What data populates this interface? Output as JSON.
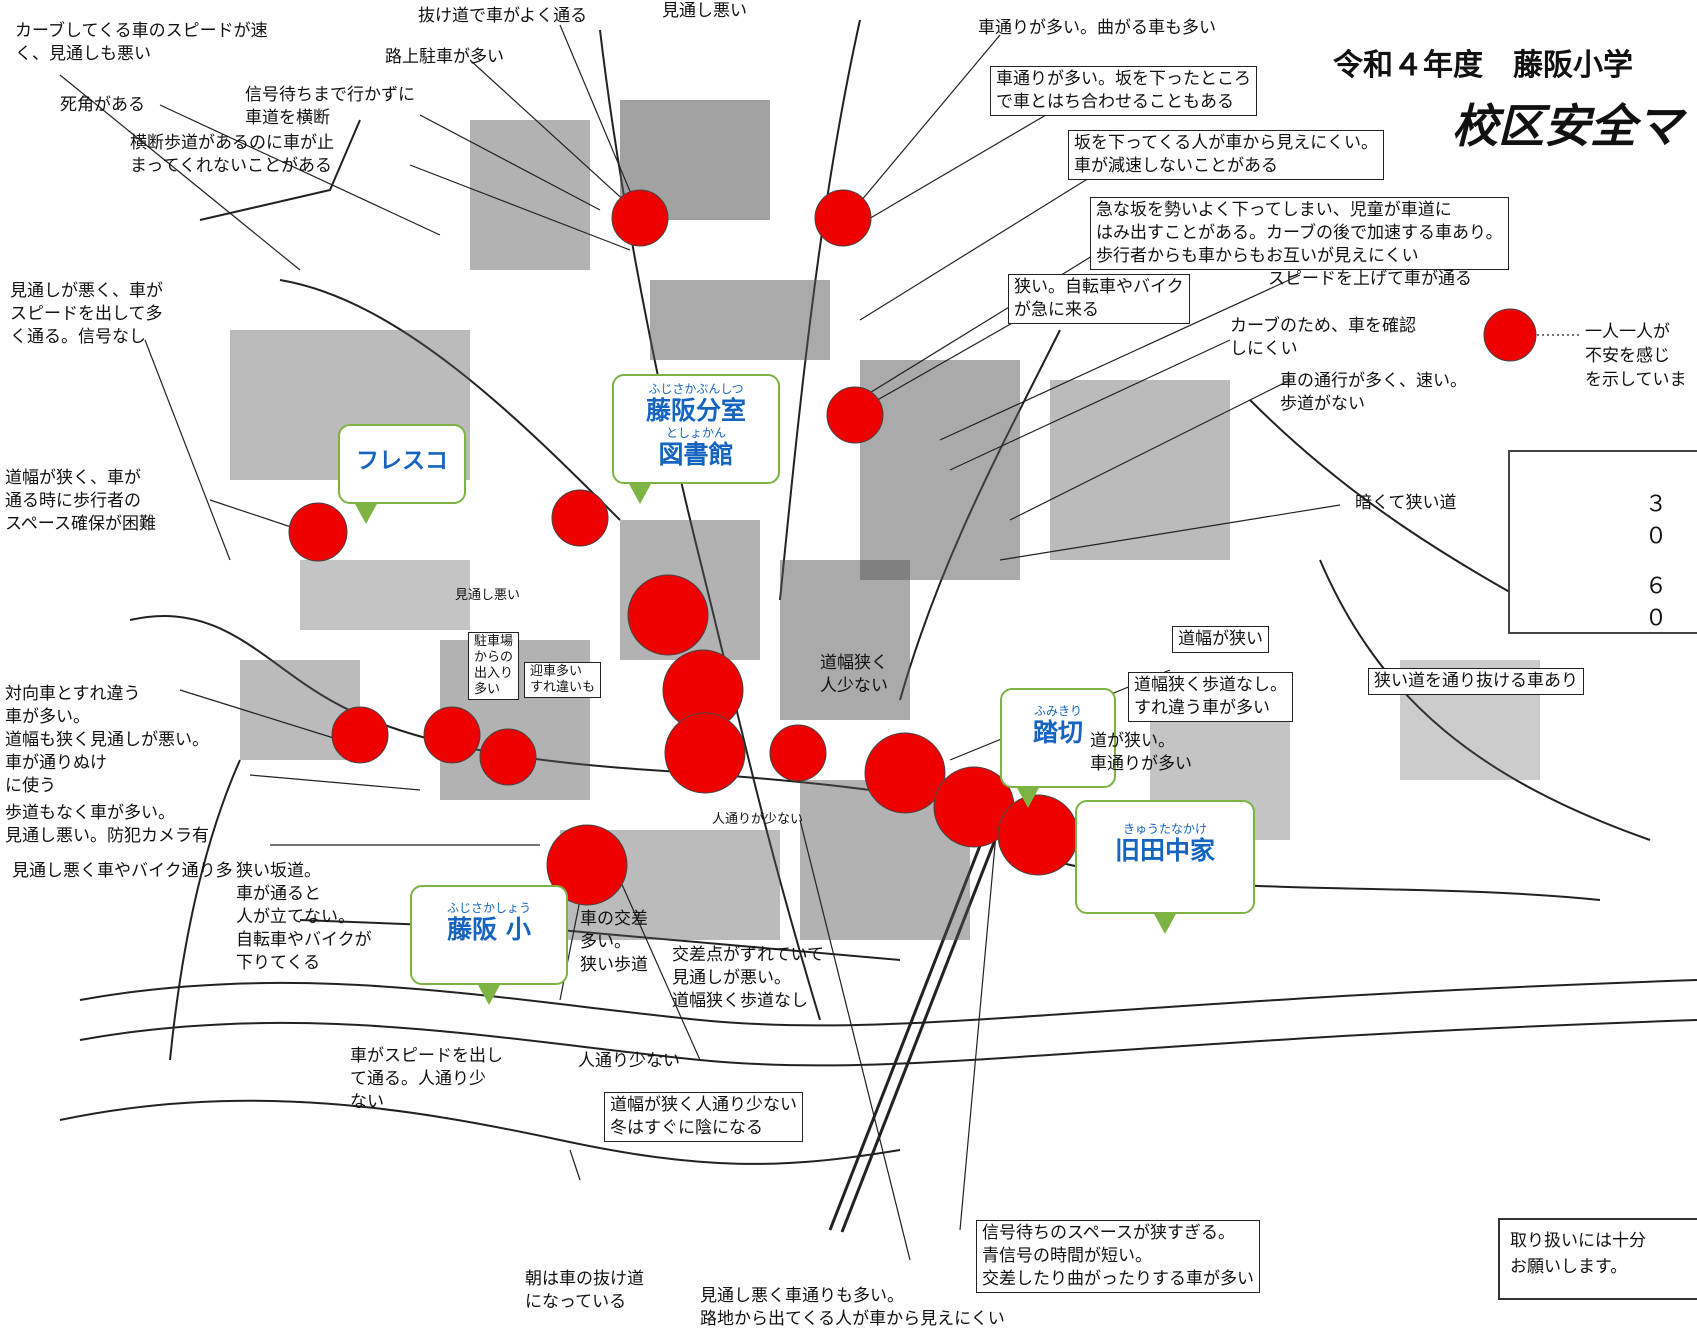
{
  "title": {
    "year_school": "令和４年度　藤阪小学",
    "subtitle": "校区安全マ"
  },
  "legend": {
    "description": "一人一人が\n不安を感じ\nを示していま",
    "small_label": "３０",
    "large_label": "６０"
  },
  "handling_note": "取り扱いには十分\nお願いします。",
  "landmarks": {
    "library_ruby_1": "ふじさかぶんしつ",
    "library_name_1": "藤阪分室",
    "library_ruby_2": "としょかん",
    "library_name_2": "図書館",
    "fresco": "フレスコ",
    "school_ruby": "ふじさかしょう",
    "school_name": "藤阪 小",
    "crossing_ruby": "ふみきり",
    "crossing_name": "踏切",
    "tanaka_ruby": "きゅうたなかけ",
    "tanaka_name": "旧田中家"
  },
  "notes": {
    "n01": "カーブしてくる車のスピードが速\nく、見通しも悪い",
    "n02": "死角がある",
    "n03": "抜け道で車がよく通る",
    "n04": "見通し悪い",
    "n05": "路上駐車が多い",
    "n06": "信号待ちまで行かずに\n車道を横断",
    "n07": "横断歩道があるのに車が止\nまってくれないことがある",
    "n08": "車通りが多い。曲がる車も多い",
    "n09": "車通りが多い。坂を下ったところ\nで車とはち合わせることもある",
    "n10": "坂を下ってくる人が車から見えにくい。\n車が減速しないことがある",
    "n11": "急な坂を勢いよく下ってしまい、児童が車道に\nはみ出すことがある。カーブの後で加速する車あり。\n歩行者からも車からもお互いが見えにくい",
    "n12": "狭い。自転車やバイク\nが急に来る",
    "n13": "スピードを上げて車が通る",
    "n14": "カーブのため、車を確認\nしにくい",
    "n15": "車の通行が多く、速い。\n歩道がない",
    "n16": "見通しが悪く、車が\nスピードを出して多\nく通る。信号なし",
    "n17": "道幅が狭く、車が\n通る時に歩行者の\nスペース確保が困難",
    "n18": "暗くて狭い道",
    "n19": "見通し悪い",
    "n20": "駐車場\nからの\n出入り\n多い",
    "n21": "迎車多い\nすれ違いも",
    "n22": "道幅狭く\n人少ない",
    "n23": "道幅が狭い",
    "n24": "道幅狭く歩道なし。\nすれ違う車が多い",
    "n25": "狭い道を通り抜ける車あり",
    "n26": "道が狭い。\n車通りが多い",
    "n27": "対向車とすれ違う\n車が多い。",
    "n28": "道幅も狭く見通しが悪い。",
    "n29": "車が通りぬけ\nに使う",
    "n30": "歩道もなく車が多い。\n見通し悪い。防犯カメラ有",
    "n31": "見通し悪く車やバイク通り多",
    "n32": "狭い坂道。\n車が通ると\n人が立てない。\n自転車やバイクが\n下りてくる",
    "n33": "人通りが少ない",
    "n34": "車の交差\n多い。\n狭い歩道",
    "n35": "交差点がずれていて\n見通しが悪い。\n道幅狭く歩道なし",
    "n36": "車がスピードを出し\nて通る。人通り少\nない",
    "n37": "人通り少ない",
    "n38": "道幅が狭く人通り少ない\n冬はすぐに陰になる",
    "n39": "信号待ちのスペースが狭すぎる。\n青信号の時間が短い。\n交差したり曲がったりする車が多い",
    "n40": "朝は車の抜け道\nになっている",
    "n41": "見通し悪く車通りも多い。\n路地から出てくる人が車から見えにくい"
  },
  "marker_color": "#ee0000",
  "callout_border_color": "#7cb342",
  "callout_text_color": "#1565c0"
}
